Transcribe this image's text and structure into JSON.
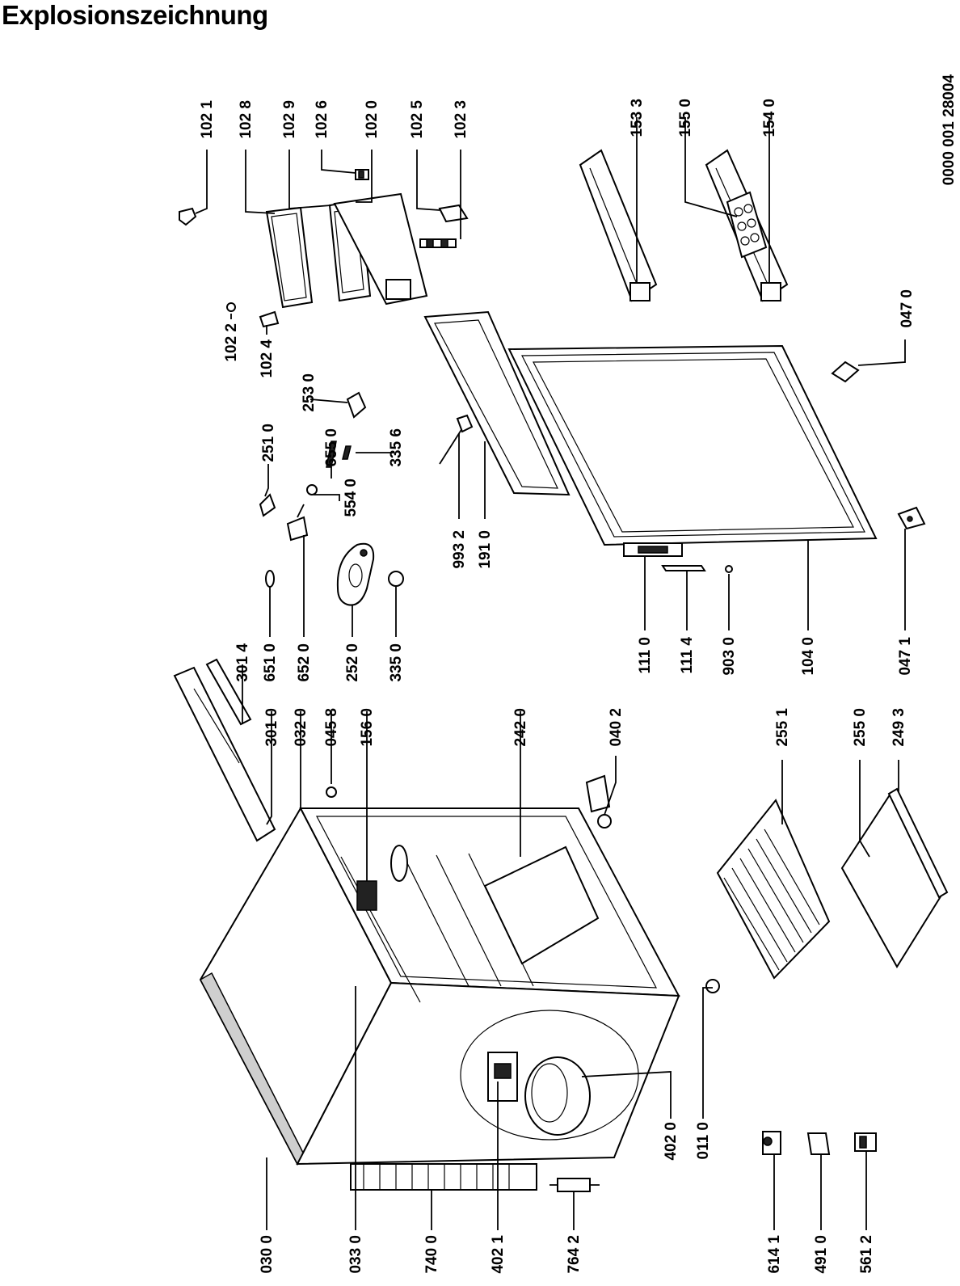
{
  "title": "Explosionszeichnung",
  "document_number": "0000 001 28004",
  "labels": [
    {
      "id": "p1021",
      "text": "102 1"
    },
    {
      "id": "p1028",
      "text": "102 8"
    },
    {
      "id": "p1029",
      "text": "102 9"
    },
    {
      "id": "p1026",
      "text": "102 6"
    },
    {
      "id": "p1020",
      "text": "102 0"
    },
    {
      "id": "p1025",
      "text": "102 5"
    },
    {
      "id": "p1023",
      "text": "102 3"
    },
    {
      "id": "p1533",
      "text": "153 3"
    },
    {
      "id": "p1550",
      "text": "155 0"
    },
    {
      "id": "p1540",
      "text": "154 0"
    },
    {
      "id": "p1022",
      "text": "102 2"
    },
    {
      "id": "p1024",
      "text": "102 4"
    },
    {
      "id": "p2530",
      "text": "253 0"
    },
    {
      "id": "p2510",
      "text": "251 0"
    },
    {
      "id": "p6550",
      "text": "655 0"
    },
    {
      "id": "p3356",
      "text": "335 6"
    },
    {
      "id": "p5540",
      "text": "554 0"
    },
    {
      "id": "p0470",
      "text": "047 0"
    },
    {
      "id": "p9932",
      "text": "993 2"
    },
    {
      "id": "p1910",
      "text": "191 0"
    },
    {
      "id": "p3014",
      "text": "301 4"
    },
    {
      "id": "p6510",
      "text": "651 0"
    },
    {
      "id": "p6520",
      "text": "652 0"
    },
    {
      "id": "p2520",
      "text": "252 0"
    },
    {
      "id": "p3350",
      "text": "335 0"
    },
    {
      "id": "p1110",
      "text": "111 0"
    },
    {
      "id": "p1114",
      "text": "111 4"
    },
    {
      "id": "p9030",
      "text": "903 0"
    },
    {
      "id": "p1040",
      "text": "104 0"
    },
    {
      "id": "p0471",
      "text": "047 1"
    },
    {
      "id": "p3010",
      "text": "301 0"
    },
    {
      "id": "p0320",
      "text": "032 0"
    },
    {
      "id": "p0458",
      "text": "045 8"
    },
    {
      "id": "p1560",
      "text": "156 0"
    },
    {
      "id": "p2420",
      "text": "242 0"
    },
    {
      "id": "p0402",
      "text": "040 2"
    },
    {
      "id": "p2551",
      "text": "255 1"
    },
    {
      "id": "p2550",
      "text": "255 0"
    },
    {
      "id": "p2493",
      "text": "249 3"
    },
    {
      "id": "p4020",
      "text": "402 0"
    },
    {
      "id": "p0110",
      "text": "011 0"
    },
    {
      "id": "p0300",
      "text": "030 0"
    },
    {
      "id": "p0330",
      "text": "033 0"
    },
    {
      "id": "p7400",
      "text": "740 0"
    },
    {
      "id": "p4021",
      "text": "402 1"
    },
    {
      "id": "p7642",
      "text": "764 2"
    },
    {
      "id": "p6141",
      "text": "614 1"
    },
    {
      "id": "p4910",
      "text": "491 0"
    },
    {
      "id": "p5612",
      "text": "561 2"
    }
  ]
}
